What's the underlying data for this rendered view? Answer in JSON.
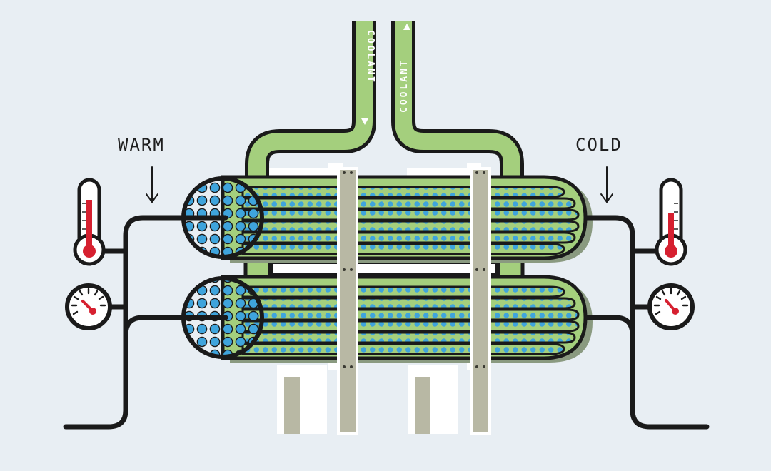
{
  "labels": {
    "warm": "WARM",
    "cold": "COLD",
    "coolant_in": "COOLANT",
    "coolant_out": "COOLANT"
  },
  "icons": {
    "arrow_down": "down-arrow-icon",
    "thermometer": "thermometer-icon",
    "pressure_gauge": "pressure-gauge-icon"
  },
  "colors": {
    "background": "#e8eef3",
    "outline": "#1a1a1a",
    "coolant": "#a4cf7d",
    "tube_fluid": "#3fa4dc",
    "support": "#b8b8a4",
    "indicator": "#d62030"
  }
}
